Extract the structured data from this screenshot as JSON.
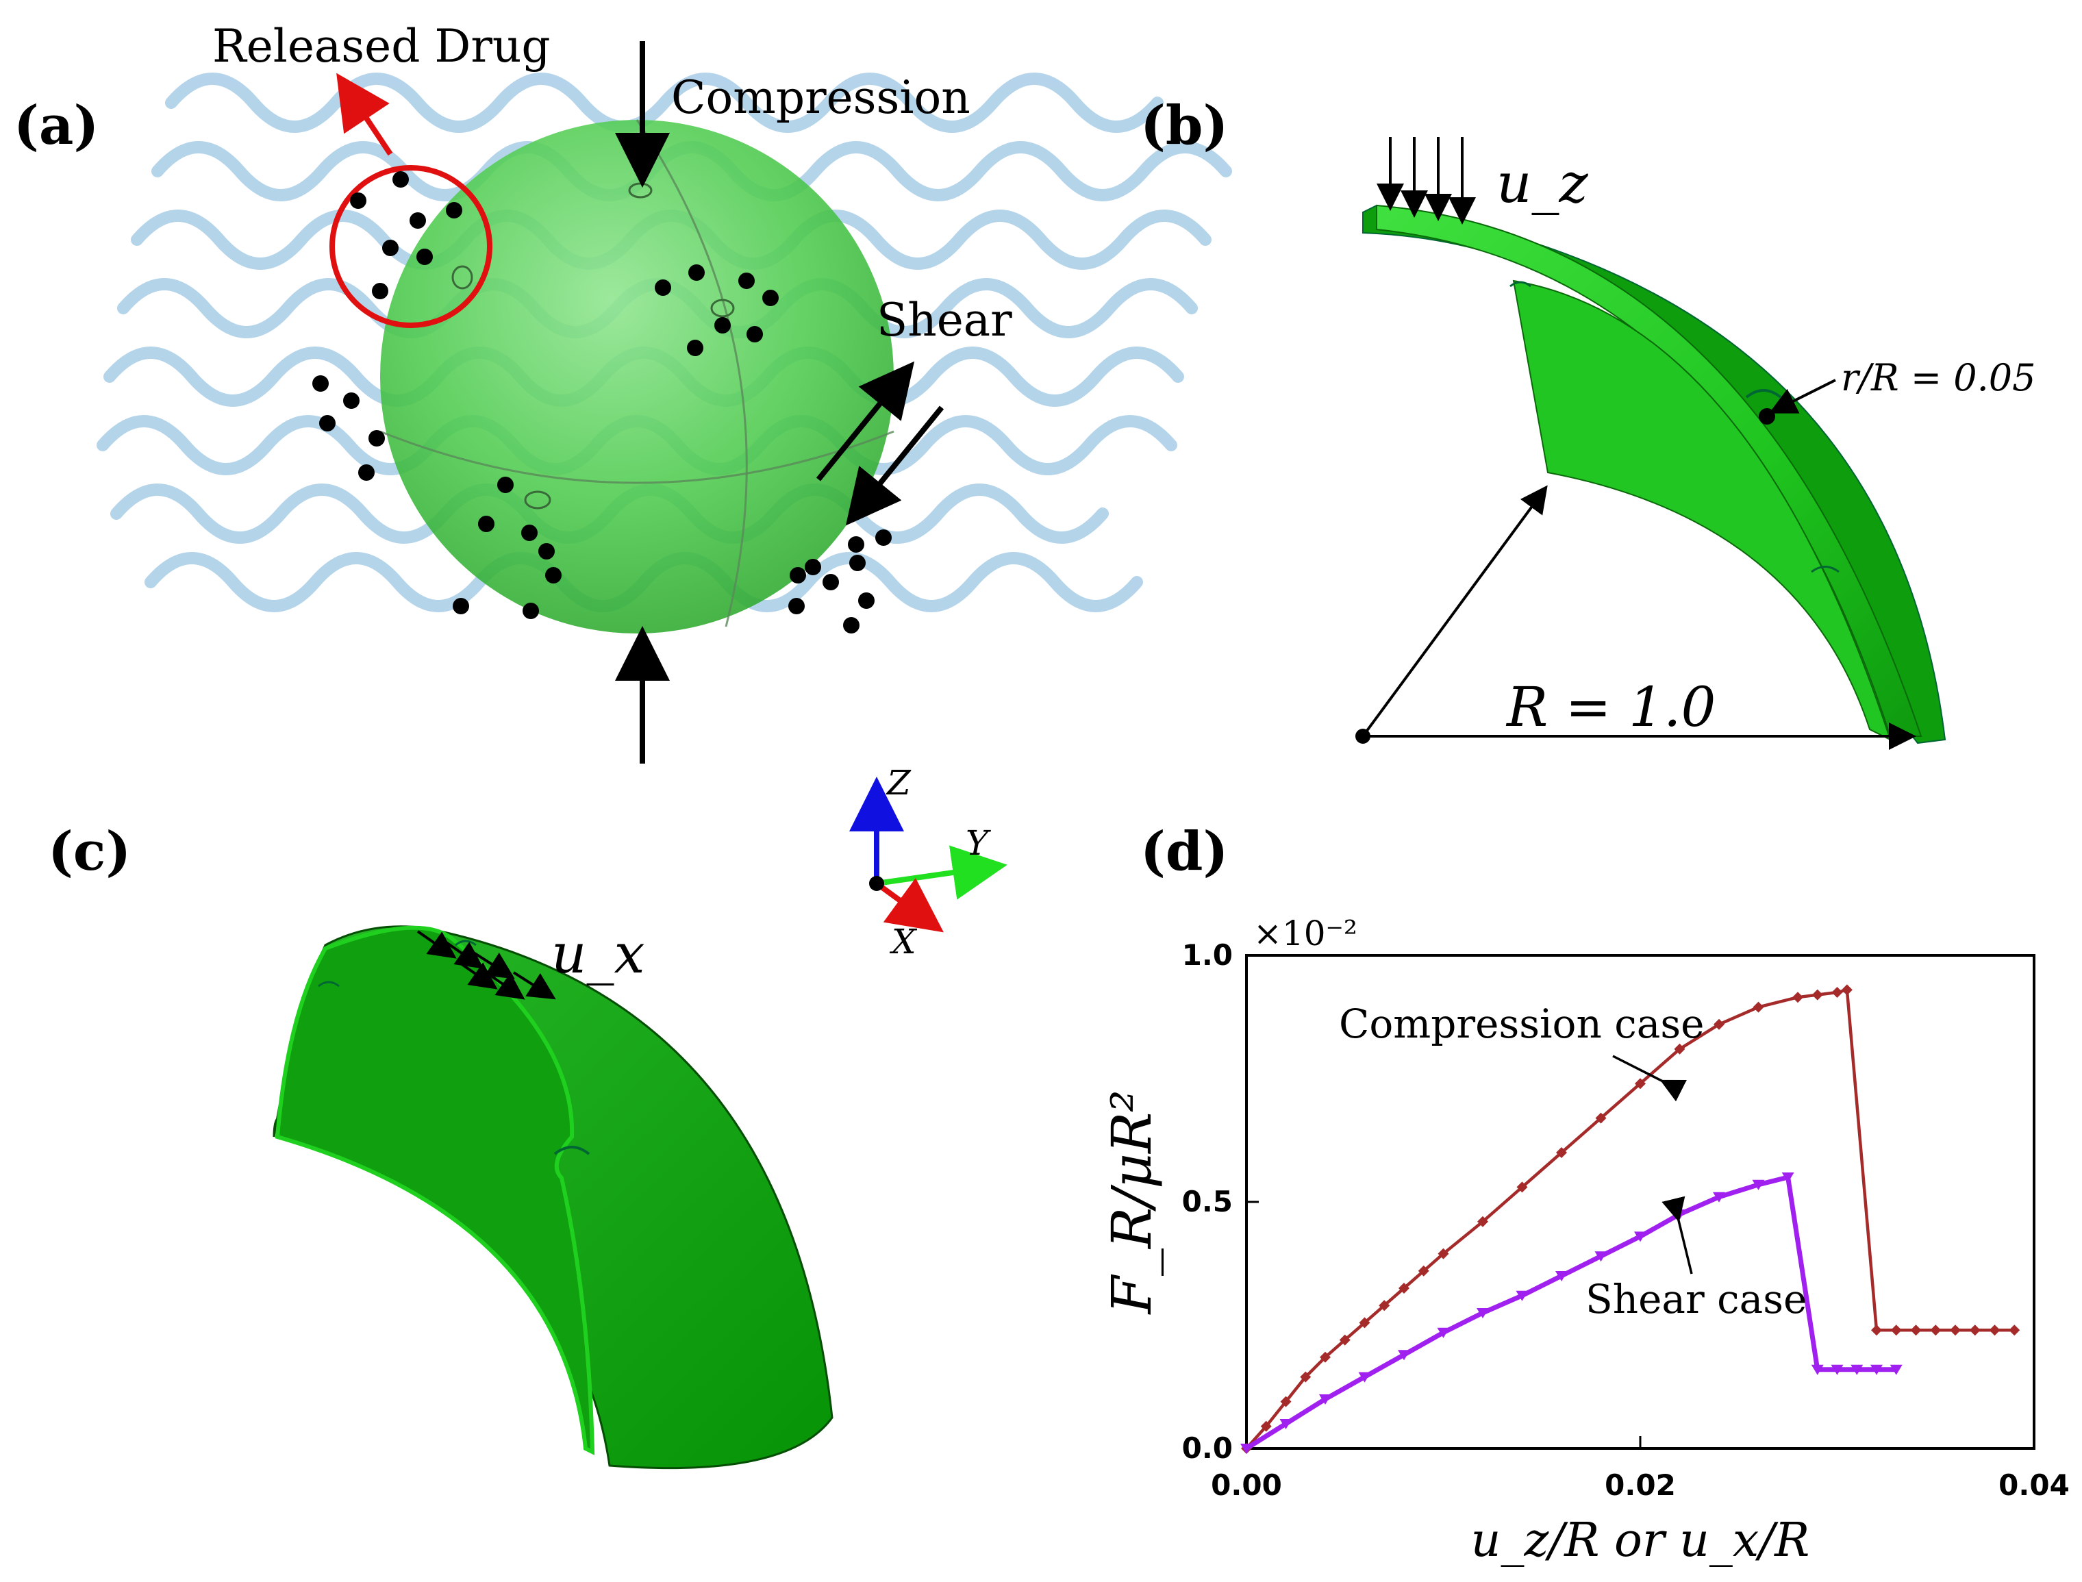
{
  "panels": {
    "a": {
      "label": "(a)",
      "released_drug": "Released Drug",
      "compression": "Compression",
      "shear": "Shear"
    },
    "b": {
      "label": "(b)",
      "load": "u_z",
      "hole_ratio": "r/R = 0.05",
      "radius": "R = 1.0"
    },
    "c": {
      "label": "(c)",
      "load": "u_x",
      "axes": {
        "z": "Z",
        "y": "Y",
        "x": "X"
      }
    },
    "d": {
      "label": "(d)"
    }
  },
  "colors": {
    "shell_green": "#1fc41f",
    "shell_dark": "#0a8a0a",
    "wave_blue": "#8ab8dc",
    "drug_circle": "#e01010",
    "compression_series": "#a52a2a",
    "shear_series": "#a020f0"
  },
  "chart_data": {
    "type": "line",
    "xlabel": "u_z/R or u_x/R",
    "ylabel": "F_R/μR²",
    "y_multiplier": "×10⁻²",
    "xlim": [
      0,
      0.04
    ],
    "ylim": [
      0,
      1.0
    ],
    "xticks": [
      "0.00",
      "0.02",
      "0.04"
    ],
    "yticks": [
      "0.0",
      "0.5",
      "1.0"
    ],
    "annotations": [
      "Compression case",
      "Shear case"
    ],
    "series": [
      {
        "name": "Compression case",
        "color": "#a52a2a",
        "marker": "diamond",
        "x": [
          0,
          0.001,
          0.002,
          0.003,
          0.004,
          0.005,
          0.006,
          0.007,
          0.008,
          0.009,
          0.01,
          0.012,
          0.014,
          0.016,
          0.018,
          0.02,
          0.022,
          0.024,
          0.026,
          0.028,
          0.029,
          0.03,
          0.0305,
          0.032,
          0.033,
          0.034,
          0.035,
          0.036,
          0.037,
          0.038,
          0.039
        ],
        "y": [
          0,
          0.045,
          0.095,
          0.145,
          0.185,
          0.22,
          0.255,
          0.29,
          0.325,
          0.36,
          0.395,
          0.46,
          0.53,
          0.6,
          0.67,
          0.74,
          0.81,
          0.86,
          0.895,
          0.915,
          0.92,
          0.925,
          0.93,
          0.24,
          0.24,
          0.24,
          0.24,
          0.24,
          0.24,
          0.24,
          0.24
        ]
      },
      {
        "name": "Shear case",
        "color": "#a020f0",
        "marker": "triangle",
        "x": [
          0,
          0.002,
          0.004,
          0.006,
          0.008,
          0.01,
          0.012,
          0.014,
          0.016,
          0.018,
          0.02,
          0.022,
          0.024,
          0.026,
          0.0275,
          0.029,
          0.03,
          0.031,
          0.032,
          0.033
        ],
        "y": [
          0,
          0.05,
          0.1,
          0.145,
          0.19,
          0.235,
          0.275,
          0.31,
          0.35,
          0.39,
          0.43,
          0.475,
          0.51,
          0.535,
          0.55,
          0.16,
          0.16,
          0.16,
          0.16,
          0.16
        ]
      }
    ]
  }
}
